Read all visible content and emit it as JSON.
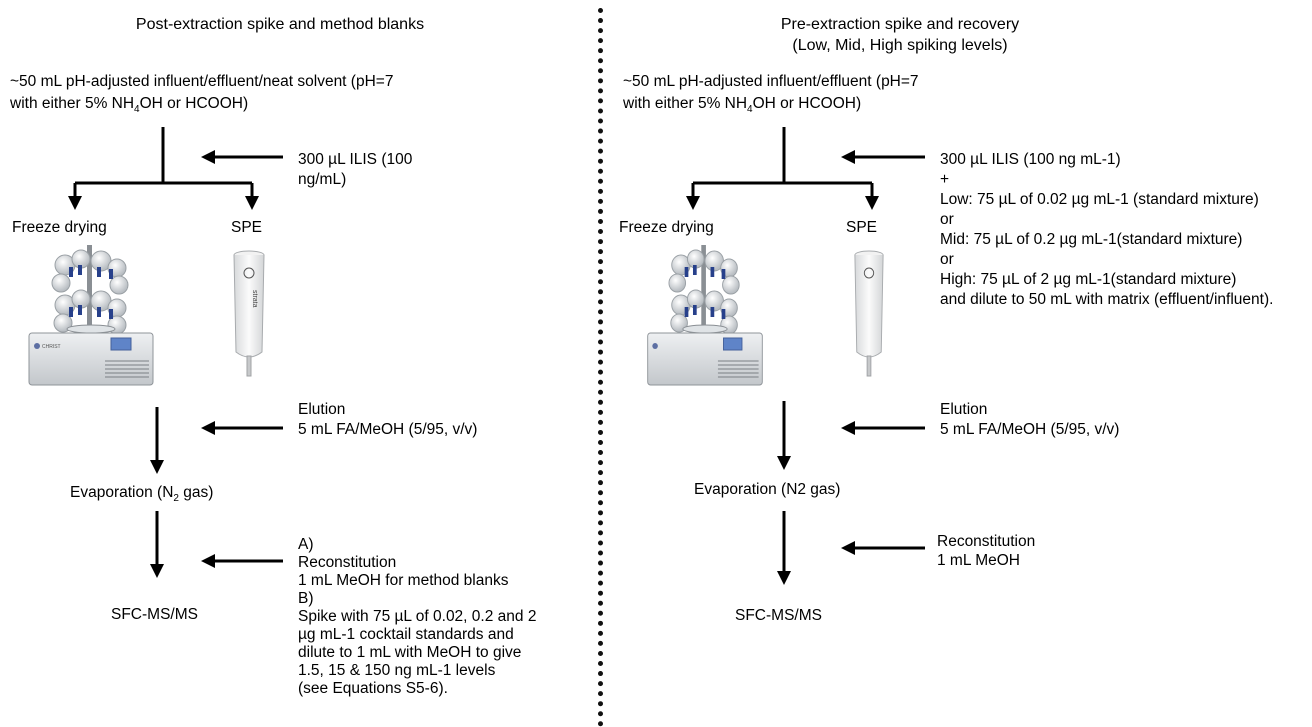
{
  "left": {
    "title": "Post-extraction spike and method blanks",
    "sample_line1": "~50 mL pH-adjusted influent/effluent/neat solvent (pH=7",
    "sample_line2_pre": "with either 5% NH",
    "sample_line2_sub": "4",
    "sample_line2_post": "OH or HCOOH)",
    "ilis_line1": "300 µL ILIS (100",
    "ilis_line2": "ng/mL)",
    "freeze_label": "Freeze drying",
    "spe_label": "SPE",
    "elution_line1": "Elution",
    "elution_line2": "5 mL FA/MeOH (5/95, v/v)",
    "evap_pre": "Evaporation (N",
    "evap_sub": "2",
    "evap_post": " gas)",
    "recon_lines": [
      "A)",
      "Reconstitution",
      "1 mL MeOH for method blanks",
      "B)",
      "Spike with 75 µL of 0.02, 0.2 and 2",
      "µg mL-1 cocktail standards and",
      "dilute to 1 mL with MeOH to give",
      "1.5, 15 & 150 ng mL-1 levels",
      "(see Equations S5-6)."
    ],
    "final_label": "SFC-MS/MS"
  },
  "right": {
    "title_line1": "Pre-extraction spike and recovery",
    "title_line2": "(Low, Mid, High spiking levels)",
    "sample_line1": "~50 mL pH-adjusted influent/effluent (pH=7",
    "sample_line2_pre": "with either 5% NH",
    "sample_line2_sub": "4",
    "sample_line2_post": "OH or HCOOH)",
    "spike_lines": [
      "300 µL ILIS (100 ng mL-1)",
      "+",
      "Low: 75 µL of 0.02 µg mL-1 (standard mixture)",
      "or",
      "Mid: 75 µL of 0.2 µg mL-1(standard mixture)",
      "or",
      "High: 75 µL of 2 µg mL-1(standard mixture)",
      "and dilute to 50 mL with matrix (effluent/influent)."
    ],
    "freeze_label": "Freeze drying",
    "spe_label": "SPE",
    "elution_line1": "Elution",
    "elution_line2": "5 mL FA/MeOH (5/95, v/v)",
    "evap_label": "Evaporation (N2 gas)",
    "recon_line1": "Reconstitution",
    "recon_line2": "1 mL MeOH",
    "final_label": "SFC-MS/MS"
  },
  "device": {
    "brand_text": "CHRIST",
    "cartridge_text": "strata"
  }
}
